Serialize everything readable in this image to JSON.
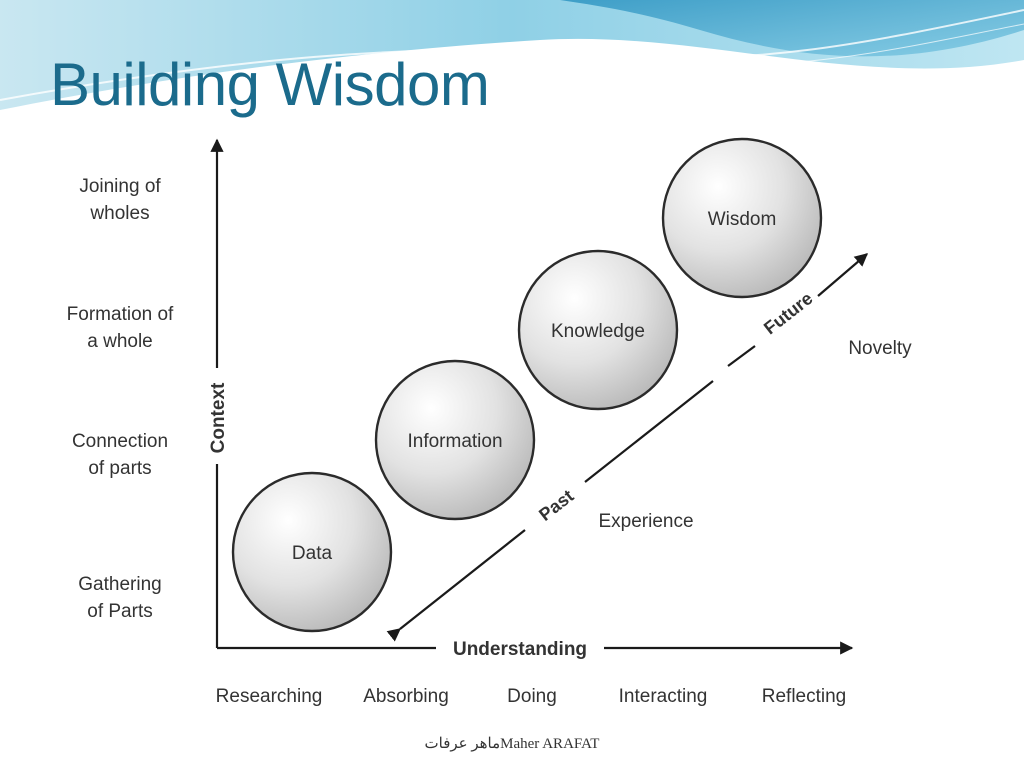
{
  "slide": {
    "title": "Building Wisdom",
    "footer": "ماهر عرفاتMaher ARAFAT"
  },
  "diagram": {
    "y_axis_label": "Context",
    "x_axis_label": "Understanding",
    "context_levels": [
      [
        "Joining of",
        "wholes"
      ],
      [
        "Formation of",
        "a whole"
      ],
      [
        "Connection",
        "of parts"
      ],
      [
        "Gathering",
        "of Parts"
      ]
    ],
    "activities": [
      "Researching",
      "Absorbing",
      "Doing",
      "Interacting",
      "Reflecting"
    ],
    "stages": [
      "Data",
      "Information",
      "Knowledge",
      "Wisdom"
    ],
    "timeline": {
      "past": "Past",
      "future": "Future"
    },
    "side_labels": {
      "experience": "Experience",
      "novelty": "Novelty"
    }
  },
  "colors": {
    "title": "#1b6b8c",
    "text": "#333333",
    "circle_fill": "#dcdcdc",
    "circle_stroke": "#2b2b2b"
  }
}
